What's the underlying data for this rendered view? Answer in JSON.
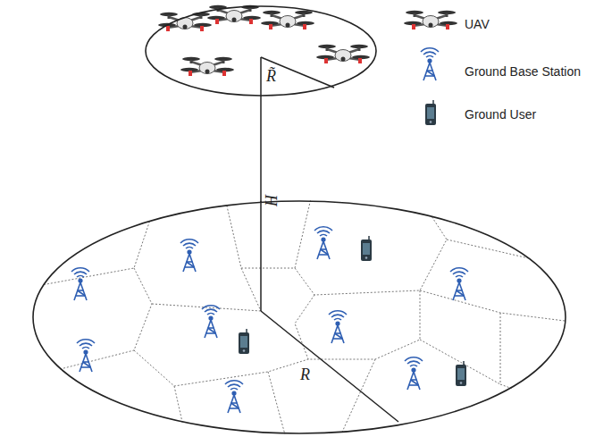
{
  "diagram": {
    "nodes": [
      {
        "text": [
          "R̃"
        ]
      },
      {
        "text": [
          "R"
        ]
      }
    ],
    "edges": [
      {
        "from": 0,
        "to": 1,
        "arrow": "none",
        "label": "H"
      }
    ],
    "legend": [
      {
        "text": "UAV"
      },
      {
        "text": "Ground Base Station"
      },
      {
        "text": "Ground User"
      }
    ]
  }
}
